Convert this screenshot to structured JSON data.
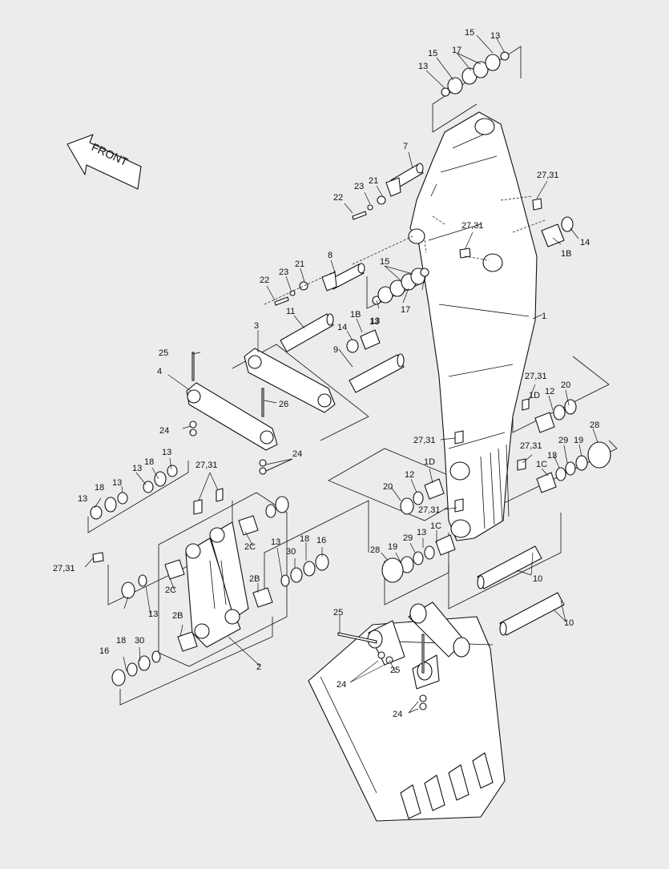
{
  "front_arrow": {
    "text": "FRONT"
  },
  "callouts": [
    {
      "id": "c1",
      "text": "15"
    },
    {
      "id": "c2",
      "text": "13"
    },
    {
      "id": "c3",
      "text": "15"
    },
    {
      "id": "c4",
      "text": "17"
    },
    {
      "id": "c5",
      "text": "13"
    },
    {
      "id": "c6",
      "text": "7"
    },
    {
      "id": "c7",
      "text": "21"
    },
    {
      "id": "c8",
      "text": "23"
    },
    {
      "id": "c9",
      "text": "22"
    },
    {
      "id": "c10",
      "text": "27,31"
    },
    {
      "id": "c11",
      "text": "27,31"
    },
    {
      "id": "c12",
      "text": "1B"
    },
    {
      "id": "c13",
      "text": "14"
    },
    {
      "id": "c14",
      "text": "8"
    },
    {
      "id": "c15",
      "text": "21"
    },
    {
      "id": "c16",
      "text": "23"
    },
    {
      "id": "c17",
      "text": "22"
    },
    {
      "id": "c18",
      "text": "15"
    },
    {
      "id": "c19",
      "text": "13"
    },
    {
      "id": "c20",
      "text": "17"
    },
    {
      "id": "c21",
      "text": "1"
    },
    {
      "id": "c22",
      "text": "11"
    },
    {
      "id": "c23",
      "text": "3"
    },
    {
      "id": "c24",
      "text": "1B"
    },
    {
      "id": "c25",
      "text": "14"
    },
    {
      "id": "c26",
      "text": "13"
    },
    {
      "id": "c27",
      "text": "9"
    },
    {
      "id": "c28",
      "text": "25"
    },
    {
      "id": "c29",
      "text": "4"
    },
    {
      "id": "c30",
      "text": "26"
    },
    {
      "id": "c31",
      "text": "24"
    },
    {
      "id": "c32",
      "text": "27,31"
    },
    {
      "id": "c33",
      "text": "1D"
    },
    {
      "id": "c34",
      "text": "12"
    },
    {
      "id": "c35",
      "text": "20"
    },
    {
      "id": "c36",
      "text": "28"
    },
    {
      "id": "c37",
      "text": "27,31"
    },
    {
      "id": "c38",
      "text": "24"
    },
    {
      "id": "c39",
      "text": "13"
    },
    {
      "id": "c40",
      "text": "18"
    },
    {
      "id": "c41",
      "text": "13"
    },
    {
      "id": "c42",
      "text": "13"
    },
    {
      "id": "c43",
      "text": "18"
    },
    {
      "id": "c44",
      "text": "13"
    },
    {
      "id": "c45",
      "text": "27,31"
    },
    {
      "id": "c46",
      "text": "1D"
    },
    {
      "id": "c47",
      "text": "27,31"
    },
    {
      "id": "c48",
      "text": "29"
    },
    {
      "id": "c49",
      "text": "19"
    },
    {
      "id": "c50",
      "text": "13"
    },
    {
      "id": "c51",
      "text": "1C"
    },
    {
      "id": "c52",
      "text": "20"
    },
    {
      "id": "c53",
      "text": "12"
    },
    {
      "id": "c54",
      "text": "27,31"
    },
    {
      "id": "c55",
      "text": "2C"
    },
    {
      "id": "c56",
      "text": "13"
    },
    {
      "id": "c57",
      "text": "18"
    },
    {
      "id": "c58",
      "text": "16"
    },
    {
      "id": "c59",
      "text": "30"
    },
    {
      "id": "c60",
      "text": "1C"
    },
    {
      "id": "c61",
      "text": "13"
    },
    {
      "id": "c62",
      "text": "29"
    },
    {
      "id": "c63",
      "text": "19"
    },
    {
      "id": "c64",
      "text": "28"
    },
    {
      "id": "c65",
      "text": "27,31"
    },
    {
      "id": "c66",
      "text": "2C"
    },
    {
      "id": "c67",
      "text": "2B"
    },
    {
      "id": "c68",
      "text": "13"
    },
    {
      "id": "c69",
      "text": "10"
    },
    {
      "id": "c70",
      "text": "2B"
    },
    {
      "id": "c71",
      "text": "10"
    },
    {
      "id": "c72",
      "text": "16"
    },
    {
      "id": "c73",
      "text": "18"
    },
    {
      "id": "c74",
      "text": "30"
    },
    {
      "id": "c75",
      "text": "2"
    },
    {
      "id": "c76",
      "text": "25"
    },
    {
      "id": "c77",
      "text": "25"
    },
    {
      "id": "c78",
      "text": "24"
    },
    {
      "id": "c79",
      "text": "24"
    }
  ]
}
